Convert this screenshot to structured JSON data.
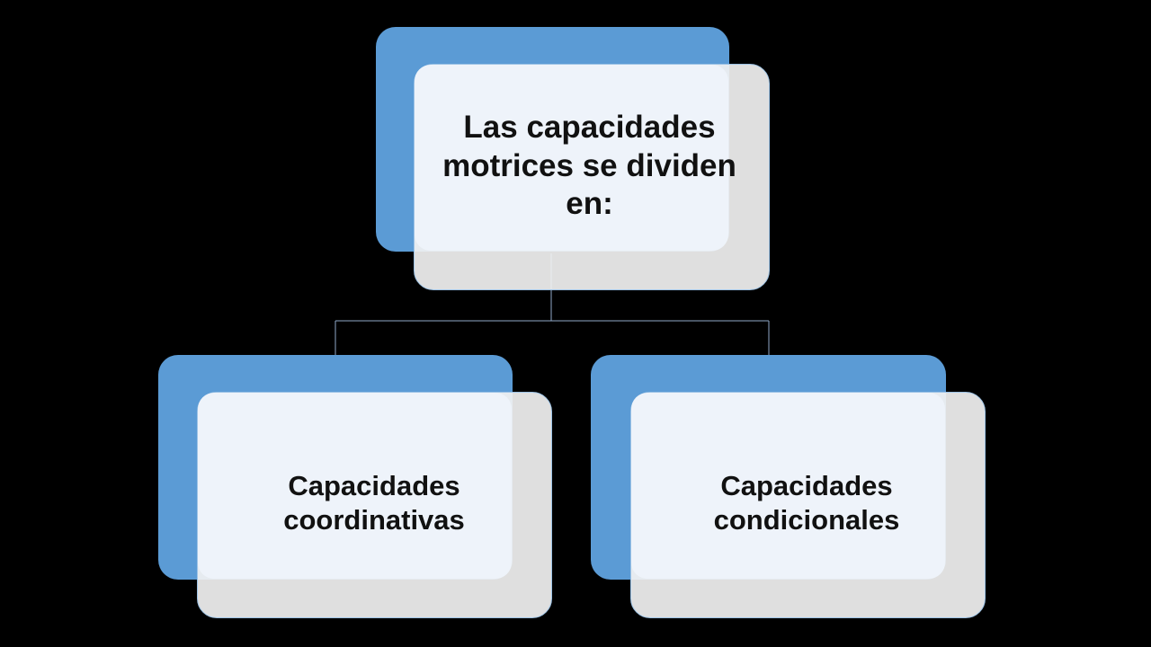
{
  "diagram": {
    "root": {
      "label": "Las capacidades motrices se dividen en:"
    },
    "children": [
      {
        "label": "Capacidades coordinativas"
      },
      {
        "label": "Capacidades condicionales"
      }
    ]
  },
  "colors": {
    "background": "#000000",
    "accent_blue": "#5b9bd5",
    "card_front": "#f2f2f2",
    "connector": "#8fa8c8"
  }
}
